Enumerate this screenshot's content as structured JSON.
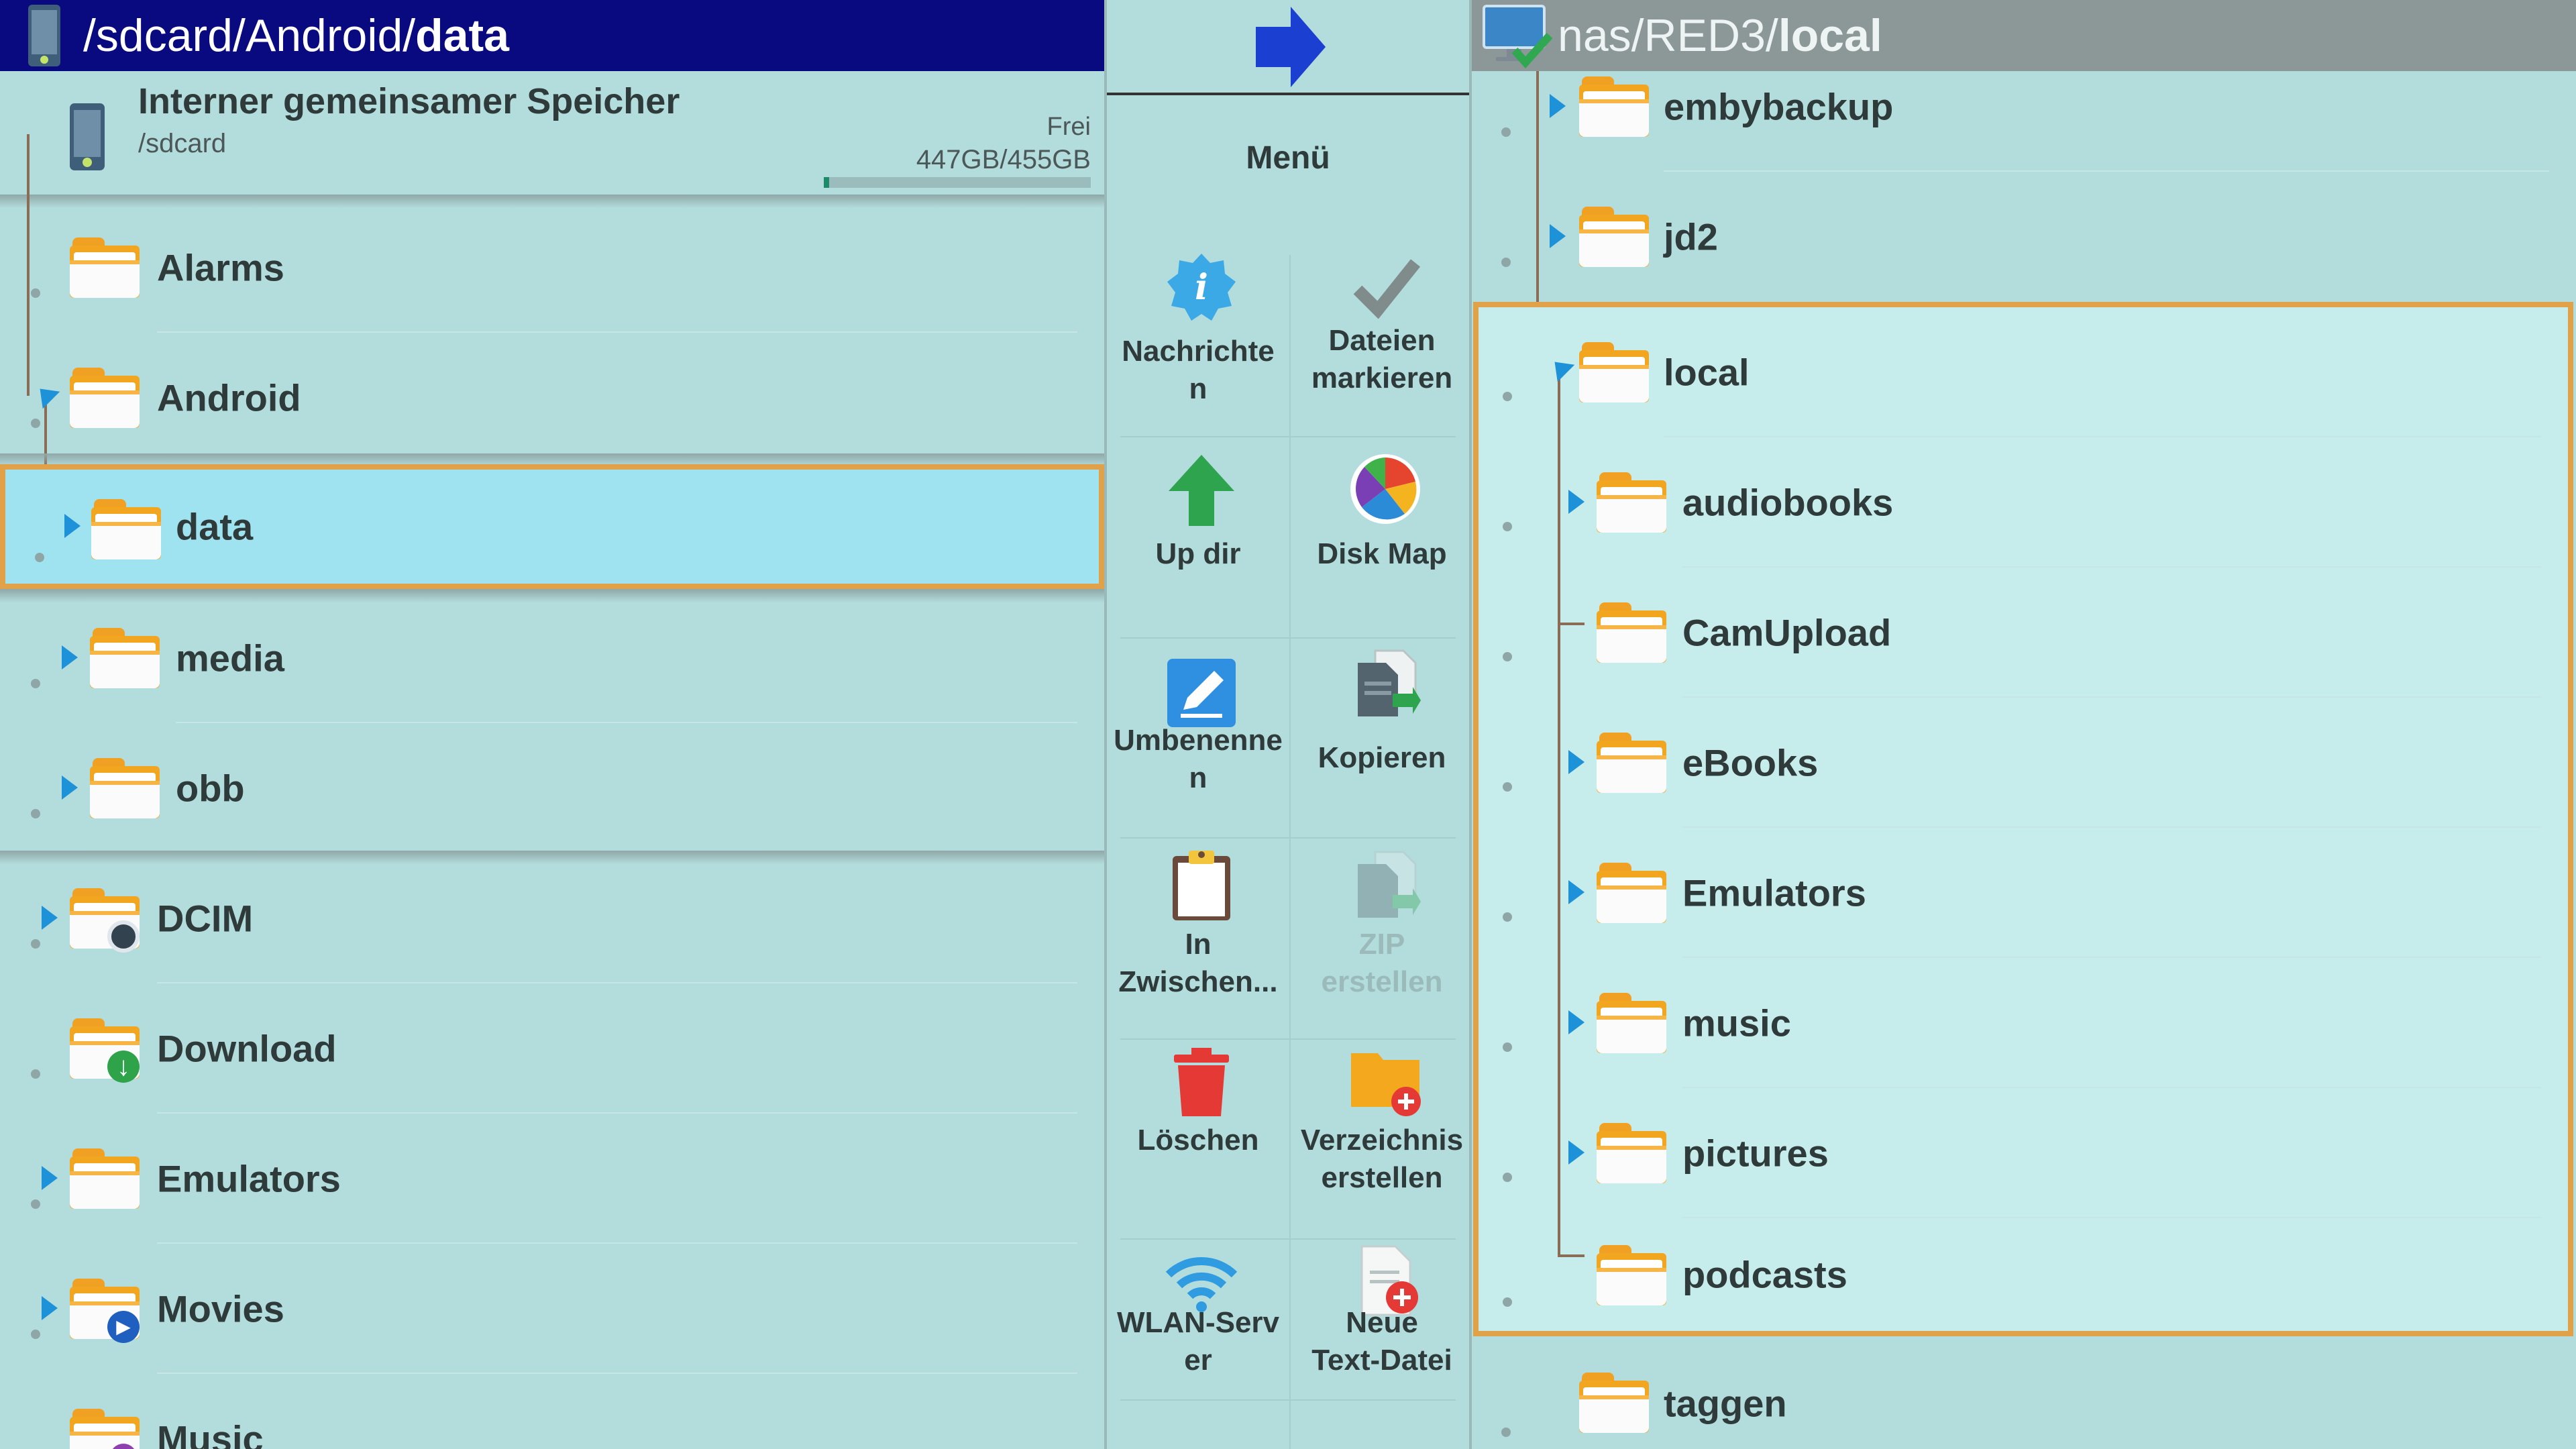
{
  "left_pane": {
    "path_prefix": "/sdcard/Android/",
    "path_current": "data",
    "storage": {
      "name": "Interner gemeinsamer Speicher",
      "path": "/sdcard",
      "free_label": "Frei",
      "size": "447GB/455GB",
      "used_fraction": 0.02
    },
    "items": [
      {
        "label": "Alarms"
      },
      {
        "label": "Android"
      },
      {
        "label": "data"
      },
      {
        "label": "media"
      },
      {
        "label": "obb"
      },
      {
        "label": "DCIM"
      },
      {
        "label": "Download"
      },
      {
        "label": "Emulators"
      },
      {
        "label": "Movies"
      },
      {
        "label": "Music"
      }
    ]
  },
  "menu": {
    "title": "Menü",
    "items": [
      {
        "label": "Nachrichte\nn",
        "icon": "info-badge-icon"
      },
      {
        "label": "Dateien\nmarkieren",
        "icon": "checkmark-icon"
      },
      {
        "label": "Up dir",
        "icon": "up-arrow-icon"
      },
      {
        "label": "Disk Map",
        "icon": "disk-map-icon"
      },
      {
        "label": "Umbenenne\nn",
        "icon": "rename-icon"
      },
      {
        "label": "Kopieren",
        "icon": "copy-icon"
      },
      {
        "label": "In\nZwischen...",
        "icon": "clipboard-icon"
      },
      {
        "label": "ZIP\nerstellen",
        "icon": "zip-icon"
      },
      {
        "label": "Löschen",
        "icon": "trash-icon"
      },
      {
        "label": "Verzeichnis\nerstellen",
        "icon": "new-folder-icon"
      },
      {
        "label": "WLAN-Serv\ner",
        "icon": "wifi-icon"
      },
      {
        "label": "Neue\nText-Datei",
        "icon": "new-text-file-icon"
      }
    ]
  },
  "right_pane": {
    "path_prefix": "nas/RED3/",
    "path_current": "local",
    "items": [
      {
        "label": "embybackup"
      },
      {
        "label": "jd2"
      },
      {
        "label": "local"
      },
      {
        "label": "audiobooks"
      },
      {
        "label": "CamUpload"
      },
      {
        "label": "eBooks"
      },
      {
        "label": "Emulators"
      },
      {
        "label": "music"
      },
      {
        "label": "pictures"
      },
      {
        "label": "podcasts"
      },
      {
        "label": "taggen"
      }
    ]
  },
  "colors": {
    "left_titlebar": "#0a0a80",
    "right_titlebar": "#8c9898",
    "background": "#b3dcdc",
    "selection": "#9fe3f0",
    "highlight_border": "#e0a149",
    "expander_arrow": "#1e92d8"
  }
}
